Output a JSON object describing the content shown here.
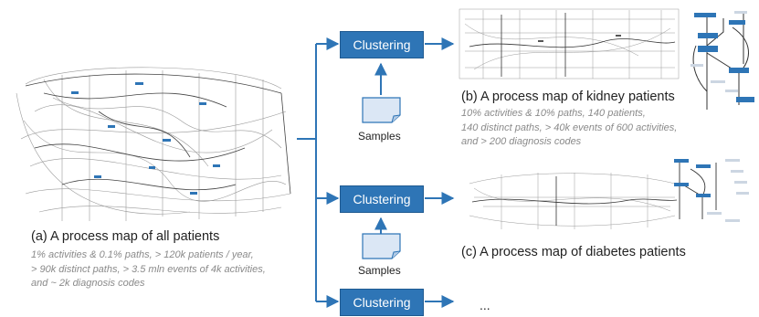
{
  "figure": {
    "clustering_label": "Clustering",
    "samples_label": "Samples",
    "ellipsis": "...",
    "colors": {
      "node_blue": "#2e75b6",
      "arrow_blue": "#2e75b6",
      "edge_gray": "#9a9a9a",
      "stat_text": "#8a8a8a"
    },
    "panel_a": {
      "title": "(a) A process map of all patients",
      "stats": [
        "1% activities & 0.1% paths, > 120k patients / year,",
        "> 90k distinct paths, > 3.5 mln events of 4k activities,",
        "and ~ 2k diagnosis codes"
      ]
    },
    "panel_b": {
      "title": "(b) A process map of kidney patients",
      "stats": [
        "10% activities & 10% paths, 140 patients,",
        "140 distinct paths, > 40k events of 600 activities,",
        "and > 200 diagnosis codes"
      ]
    },
    "panel_c": {
      "title": "(c) A process map of diabetes patients"
    }
  }
}
